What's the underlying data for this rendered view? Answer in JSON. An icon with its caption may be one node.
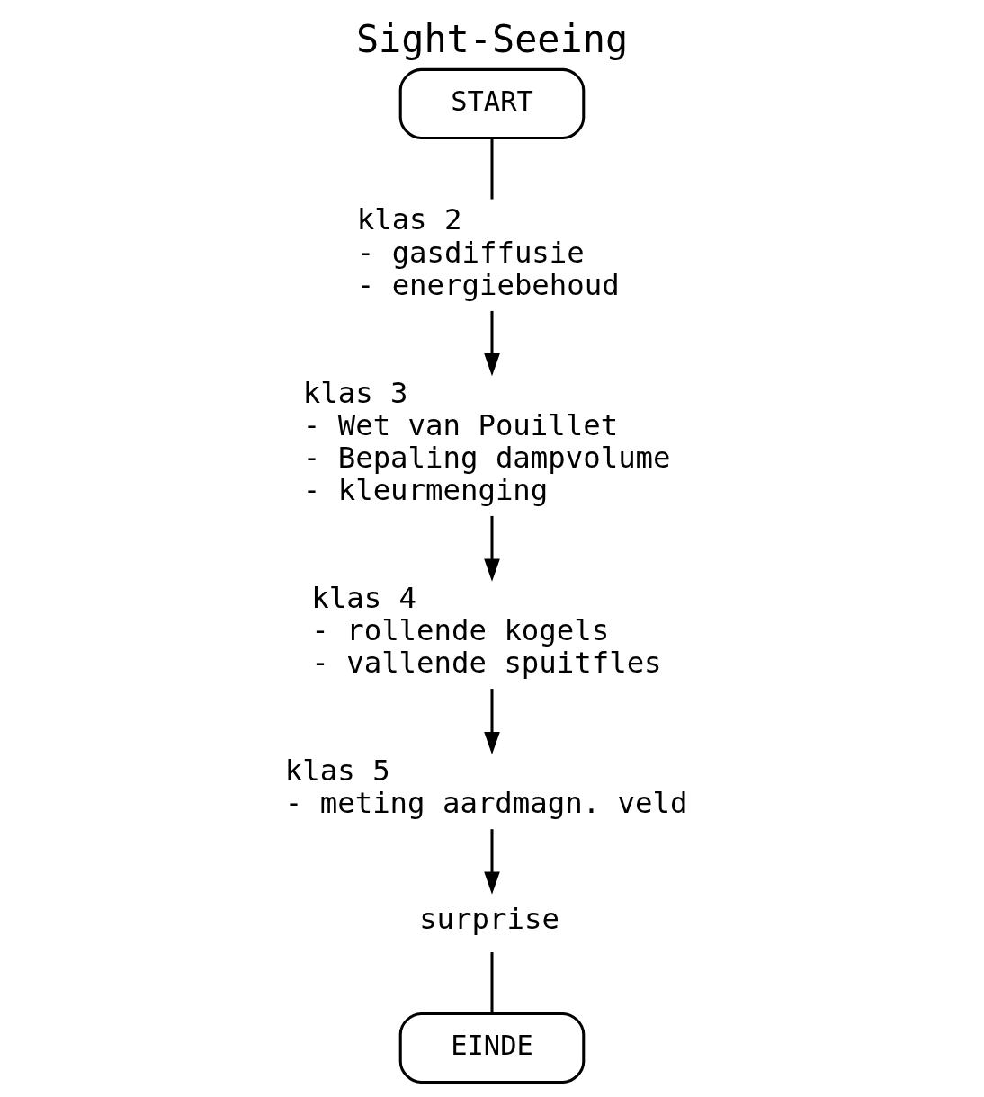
{
  "diagram": {
    "title": "Sight-Seeing",
    "nodes": [
      {
        "text": [
          "START"
        ]
      },
      {
        "text": [
          "klas 2",
          "- gasdiffusie",
          "- energiebehoud"
        ]
      },
      {
        "text": [
          "klas 3",
          "- Wet van Pouillet",
          "- Bepaling dampvolume",
          "- kleurmenging"
        ]
      },
      {
        "text": [
          "klas 4",
          "- rollende kogels",
          "- vallende spuitfles"
        ]
      },
      {
        "text": [
          "klas 5",
          "- meting aardmagn. veld"
        ]
      },
      {
        "text": [
          "surprise"
        ]
      },
      {
        "text": [
          "EINDE"
        ]
      }
    ],
    "edges": [
      {
        "from": 0,
        "to": 1,
        "arrow": "none"
      },
      {
        "from": 1,
        "to": 2,
        "arrow": "to"
      },
      {
        "from": 2,
        "to": 3,
        "arrow": "to"
      },
      {
        "from": 3,
        "to": 4,
        "arrow": "to"
      },
      {
        "from": 4,
        "to": 5,
        "arrow": "to"
      },
      {
        "from": 5,
        "to": 6,
        "arrow": "none"
      }
    ]
  }
}
